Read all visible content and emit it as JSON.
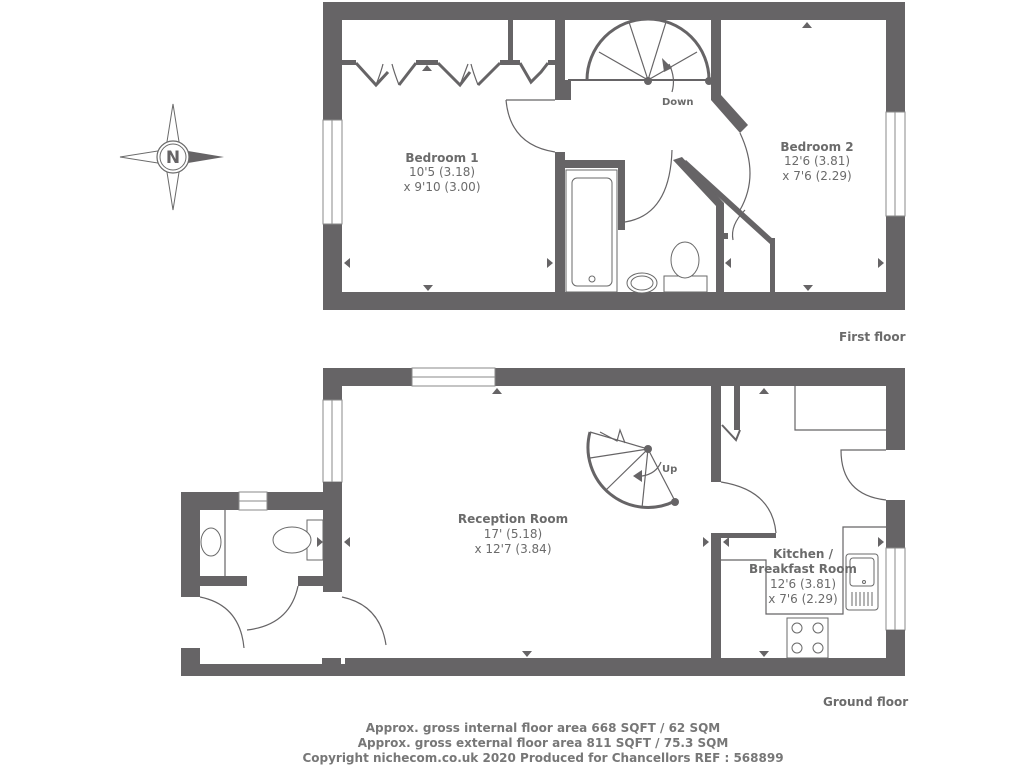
{
  "compass": {
    "letter": "N",
    "icon": "compass-rose-icon"
  },
  "floors": [
    {
      "label": "First floor",
      "rooms": [
        {
          "name": "Bedroom 1",
          "dim_primary": "10'5 (3.18)",
          "dim_secondary": "x 9'10 (3.00)"
        },
        {
          "name": "Bedroom 2",
          "dim_primary": "12'6 (3.81)",
          "dim_secondary": "x 7'6 (2.29)"
        }
      ],
      "stairs_label": "Down"
    },
    {
      "label": "Ground floor",
      "rooms": [
        {
          "name": "Reception Room",
          "dim_primary": "17' (5.18)",
          "dim_secondary": "x 12'7 (3.84)"
        },
        {
          "name_line1": "Kitchen /",
          "name_line2": "Breakfast Room",
          "dim_primary": "12'6 (3.81)",
          "dim_secondary": "x 7'6 (2.29)"
        }
      ],
      "stairs_label": "Up"
    }
  ],
  "footer": {
    "line1": "Approx. gross internal floor area 668 SQFT / 62 SQM",
    "line2": "Approx. gross external floor area 811 SQFT / 75.3 SQM",
    "line3": "Copyright nichecom.co.uk 2020 Produced for Chancellors REF : 568899"
  },
  "colors": {
    "wall": "#666466",
    "text": "#6b6b6b",
    "background": "#ffffff"
  }
}
